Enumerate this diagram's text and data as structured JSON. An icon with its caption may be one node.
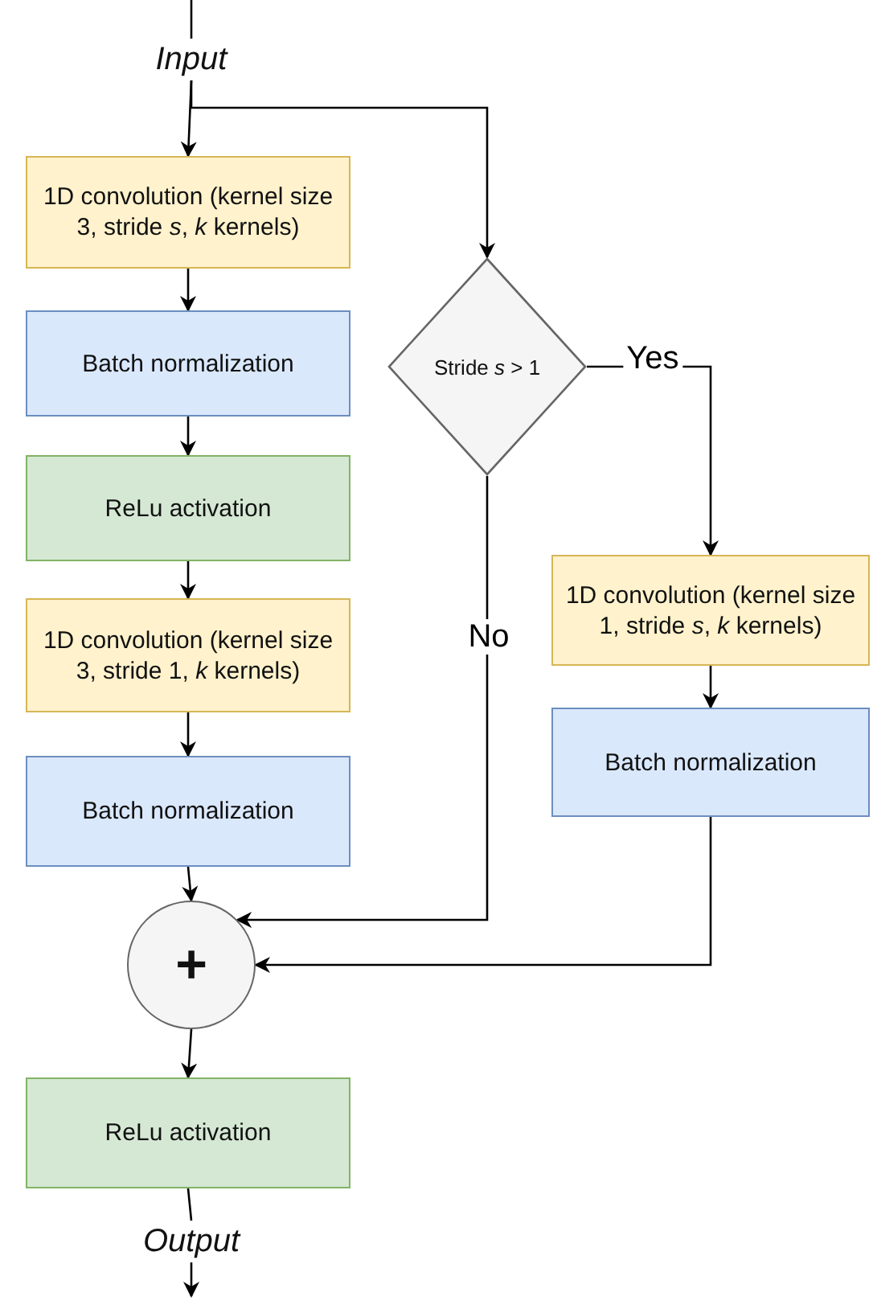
{
  "diagram": {
    "nodes": [
      {
        "text": [
          "Input"
        ]
      },
      {
        "text": [
          "1D convolution (kernel size 3, stride *s*, *k* kernels)"
        ]
      },
      {
        "text": [
          "Batch normalization"
        ]
      },
      {
        "text": [
          "ReLu activation"
        ]
      },
      {
        "text": [
          "1D convolution (kernel size 3, stride 1, *k* kernels)"
        ]
      },
      {
        "text": [
          "Batch normalization"
        ]
      },
      {
        "text": [
          "Stride *s* > 1"
        ]
      },
      {
        "text": [
          "1D convolution (kernel size 1, stride *s*, *k* kernels)"
        ]
      },
      {
        "text": [
          "Batch normalization"
        ]
      },
      {
        "text": [
          "+"
        ]
      },
      {
        "text": [
          "ReLu activation"
        ]
      },
      {
        "text": [
          "Output"
        ]
      }
    ],
    "edges": [
      {
        "from": null,
        "to": 0,
        "arrow": "none"
      },
      {
        "from": 0,
        "to": 1,
        "arrow": "to"
      },
      {
        "from": 0,
        "to": 6,
        "arrow": "to"
      },
      {
        "from": 1,
        "to": 2,
        "arrow": "to"
      },
      {
        "from": 2,
        "to": 3,
        "arrow": "to"
      },
      {
        "from": 3,
        "to": 4,
        "arrow": "to"
      },
      {
        "from": 4,
        "to": 5,
        "arrow": "to"
      },
      {
        "from": 5,
        "to": 9,
        "arrow": "to"
      },
      {
        "from": 6,
        "to": 7,
        "arrow": "to",
        "label": "Yes"
      },
      {
        "from": 7,
        "to": 8,
        "arrow": "to"
      },
      {
        "from": 6,
        "to": 9,
        "arrow": "to",
        "label": "No"
      },
      {
        "from": 8,
        "to": 9,
        "arrow": "to"
      },
      {
        "from": 9,
        "to": 10,
        "arrow": "to"
      },
      {
        "from": 10,
        "to": 11,
        "arrow": "none"
      },
      {
        "from": 11,
        "to": null,
        "arrow": "to"
      }
    ]
  }
}
